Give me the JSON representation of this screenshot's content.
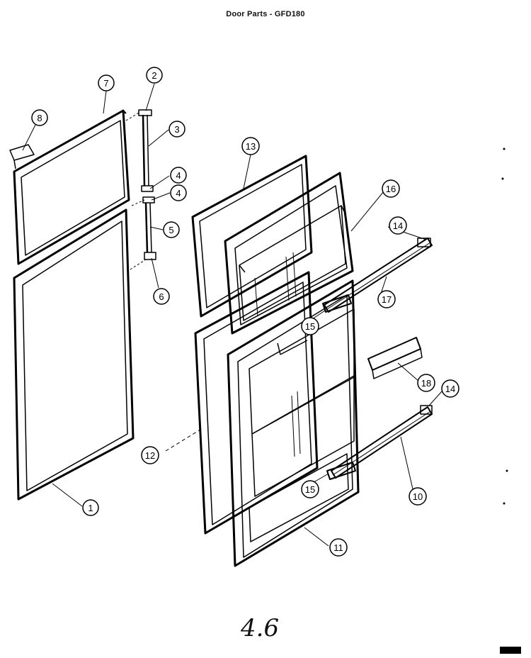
{
  "title": "Door Parts - GFD180",
  "footnote": "4.6",
  "callouts": [
    {
      "id": "c1",
      "label": "1"
    },
    {
      "id": "c2",
      "label": "2"
    },
    {
      "id": "c3",
      "label": "3"
    },
    {
      "id": "c4a",
      "label": "4"
    },
    {
      "id": "c4b",
      "label": "4"
    },
    {
      "id": "c5",
      "label": "5"
    },
    {
      "id": "c6",
      "label": "6"
    },
    {
      "id": "c7",
      "label": "7"
    },
    {
      "id": "c8",
      "label": "8"
    },
    {
      "id": "c10",
      "label": "10"
    },
    {
      "id": "c11",
      "label": "11"
    },
    {
      "id": "c12",
      "label": "12"
    },
    {
      "id": "c13",
      "label": "13"
    },
    {
      "id": "c14a",
      "label": "14"
    },
    {
      "id": "c14b",
      "label": "14"
    },
    {
      "id": "c15a",
      "label": "15"
    },
    {
      "id": "c15b",
      "label": "15"
    },
    {
      "id": "c16",
      "label": "16"
    },
    {
      "id": "c17",
      "label": "17"
    },
    {
      "id": "c18",
      "label": "18"
    }
  ],
  "colors": {
    "ink": "#000000",
    "paper": "#ffffff"
  }
}
